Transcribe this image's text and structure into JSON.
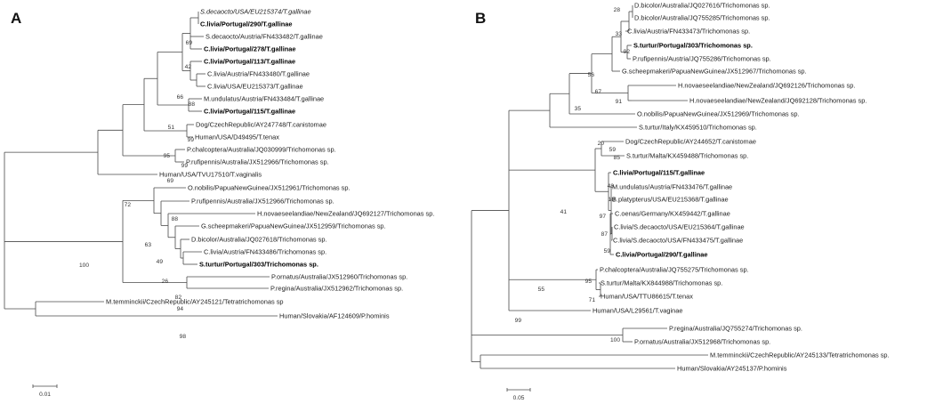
{
  "panels": [
    {
      "letter": "A",
      "scale_label": "0.01",
      "leaves": [
        {
          "text": "S.decaocto/USA/EU215374/T.gallinae",
          "bold": false,
          "italic": true
        },
        {
          "text": "C.livia/Portugal/290/T.gallinae",
          "bold": true,
          "italic": false
        },
        {
          "text": "S.decaocto/Austria/FN433482/T.gallinae",
          "bold": false,
          "italic": false
        },
        {
          "text": "C.livia/Portugal/278/T.gallinae",
          "bold": true,
          "italic": false
        },
        {
          "text": "C.livia/Portugal/113/T.gallinae",
          "bold": true,
          "italic": false
        },
        {
          "text": "C.livia/Austria/FN433480/T.gallinae",
          "bold": false,
          "italic": false
        },
        {
          "text": "C.livia/USA/EU215373/T.gallinae",
          "bold": false,
          "italic": false
        },
        {
          "text": "M.undulatus/Austria/FN433484/T.gallinae",
          "bold": false,
          "italic": false
        },
        {
          "text": "C.livia/Portugal/115/T.gallinae",
          "bold": true,
          "italic": false
        },
        {
          "text": "Dog/CzechRepublic/AY247748/T.canistomae",
          "bold": false,
          "italic": false
        },
        {
          "text": "Human/USA/D49495/T.tenax",
          "bold": false,
          "italic": false
        },
        {
          "text": "P.chalcoptera/Australia/JQ030999/Trichomonas sp.",
          "bold": false,
          "italic": false
        },
        {
          "text": "P.rufipennis/Australia/JX512966/Trichomonas sp.",
          "bold": false,
          "italic": false
        },
        {
          "text": "Human/USA/TVU17510/T.vaginalis",
          "bold": false,
          "italic": false
        },
        {
          "text": "O.nobilis/PapuaNewGuinea/JX512961/Trichomonas sp.",
          "bold": false,
          "italic": false
        },
        {
          "text": "P.rufipennis/Australia/JX512966/Trichomonas sp.",
          "bold": false,
          "italic": false
        },
        {
          "text": "H.novaeseelandiae/NewZealand/JQ692127/Trichomonas sp.",
          "bold": false,
          "italic": false
        },
        {
          "text": "G.scheepmakeri/PapuaNewGuinea/JX512959/Trichomonas sp.",
          "bold": false,
          "italic": false
        },
        {
          "text": "D.bicolor/Australia/JQ027618/Trichomonas sp.",
          "bold": false,
          "italic": false
        },
        {
          "text": "C.livia/Austria/FN433486/Trichomonas sp.",
          "bold": false,
          "italic": false
        },
        {
          "text": "S.turtur/Portugal/303/Trichomonas sp.",
          "bold": true,
          "italic": false
        },
        {
          "text": "P.ornatus/Australia/JX512960/Trichomonas sp.",
          "bold": false,
          "italic": false
        },
        {
          "text": "P.regina/Australia/JX512962/Trichomonas sp.",
          "bold": false,
          "italic": false
        },
        {
          "text": "M.temminckii/CzechRepublic/AY245121/Tetratrichomonas sp",
          "bold": false,
          "italic": false
        },
        {
          "text": "Human/Slovakia/AF124609/P.hominis",
          "bold": false,
          "italic": false
        }
      ],
      "bootstrap": [
        "69",
        "42",
        "66",
        "88",
        "51",
        "99",
        "95",
        "99",
        "69",
        "88",
        "72",
        "63",
        "49",
        "26",
        "82",
        "94",
        "98",
        "100"
      ]
    },
    {
      "letter": "B",
      "scale_label": "0.05",
      "leaves": [
        {
          "text": "D.bicolor/Australia/JQ027616/Trichomonas sp.",
          "bold": false,
          "italic": false
        },
        {
          "text": "D.bicolor/Australia/JQ755285/Trichomonas sp.",
          "bold": false,
          "italic": false
        },
        {
          "text": "C.livia/Austria/FN433473/Trichomonas sp.",
          "bold": false,
          "italic": false
        },
        {
          "text": "S.turtur/Portugal/303/Trichomonas sp.",
          "bold": true,
          "italic": false
        },
        {
          "text": "P.rufipennis/Austria/JQ755286/Trichomonas sp.",
          "bold": false,
          "italic": false
        },
        {
          "text": "G.scheepmakeri/PapuaNewGuinea/JX512967/Trichomonas sp.",
          "bold": false,
          "italic": false
        },
        {
          "text": "H.novaeseelandiae/NewZealand/JQ692126/Trichomonas sp.",
          "bold": false,
          "italic": false
        },
        {
          "text": "H.novaeseelandiae/NewZealand/JQ692128/Trichomonas sp.",
          "bold": false,
          "italic": false
        },
        {
          "text": "O.nobilis/PapuaNewGuinea/JX512969/Trichomonas sp.",
          "bold": false,
          "italic": false
        },
        {
          "text": "S.turtur/Italy/KX459510/Trichomonas sp.",
          "bold": false,
          "italic": false
        },
        {
          "text": "Dog/CzechRepublic/AY244652/T.canistomae",
          "bold": false,
          "italic": false
        },
        {
          "text": "S.turtur/Malta/KX459488/Trichomonas sp.",
          "bold": false,
          "italic": false
        },
        {
          "text": "C.livia/Portugal/115/T.gallinae",
          "bold": true,
          "italic": false
        },
        {
          "text": "M.undulatus/Austria/FN433476/T.gallinae",
          "bold": false,
          "italic": false
        },
        {
          "text": "B.platypterus/USA/EU215368/T.gallinae",
          "bold": false,
          "italic": false
        },
        {
          "text": "C.oenas/Germany/KX459442/T.gallinae",
          "bold": false,
          "italic": false
        },
        {
          "text": "C.livia/S.decaocto/USA/EU215364/T.gallinae",
          "bold": false,
          "italic": false
        },
        {
          "text": "C.livia/S.decaocto/USA/FN433475/T.gallinae",
          "bold": false,
          "italic": false
        },
        {
          "text": "C.livia/Portugal/290/T.gallinae",
          "bold": true,
          "italic": false
        },
        {
          "text": "P.chalcoptera/Australia/JQ755275/Trichomonas sp.",
          "bold": false,
          "italic": false
        },
        {
          "text": "S.turtur/Malta/KX844988/Trichomonas sp.",
          "bold": false,
          "italic": false
        },
        {
          "text": "Human/USA/TTU86615/T.tenax",
          "bold": false,
          "italic": false
        },
        {
          "text": "Human/USA/L29561/T.vaginae",
          "bold": false,
          "italic": false
        },
        {
          "text": "P.regina/Australia/JQ755274/Trichomonas sp.",
          "bold": false,
          "italic": false
        },
        {
          "text": "P.ornatus/Australia/JX512968/Trichomonas sp.",
          "bold": false,
          "italic": false
        },
        {
          "text": "M.temminckii/CzechRepublic/AY245133/Tetratrichomonas sp.",
          "bold": false,
          "italic": false
        },
        {
          "text": "Human/Slovakia/AY245137/P.hominis",
          "bold": false,
          "italic": false
        }
      ],
      "bootstrap": [
        "28",
        "33",
        "92",
        "56",
        "91",
        "67",
        "35",
        "20",
        "59",
        "85",
        "48",
        "18",
        "97",
        "87",
        "59",
        "41",
        "95",
        "71",
        "55",
        "99",
        "100"
      ]
    }
  ]
}
